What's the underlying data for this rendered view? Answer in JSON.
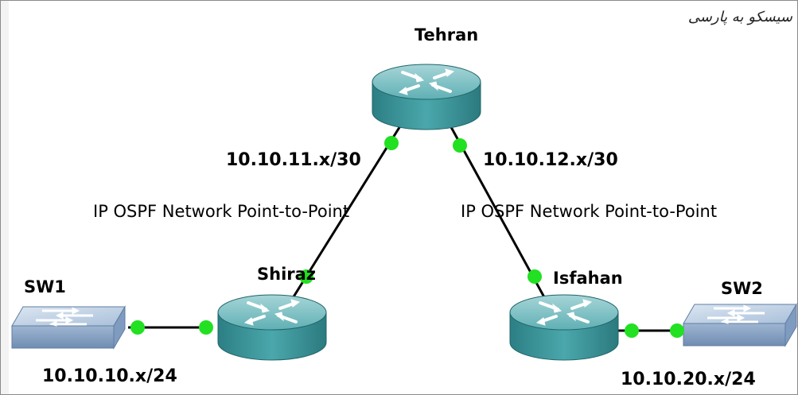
{
  "watermark": "سیسکو به پارسی",
  "devices": {
    "tehran": "Tehran",
    "shiraz": "Shiraz",
    "isfahan": "Isfahan",
    "sw1": "SW1",
    "sw2": "SW2"
  },
  "links": {
    "tehran_shiraz_subnet": "10.10.11.x/30",
    "tehran_isfahan_subnet": "10.10.12.x/30",
    "sw1_subnet": "10.10.10.x/24",
    "sw2_subnet": "10.10.20.x/24"
  },
  "ospf": {
    "left": "IP OSPF Network Point-to-Point",
    "right": "IP OSPF Network Point-to-Point"
  },
  "colors": {
    "link": "#000000",
    "port_dot": "#22e022",
    "router_fill": "#3d9a9e",
    "router_top": "#8fc7cb",
    "switch_fill": "#8fa8c8",
    "switch_top": "#c6d7ea"
  },
  "icons": {
    "router": "router-icon",
    "switch": "switch-icon"
  }
}
